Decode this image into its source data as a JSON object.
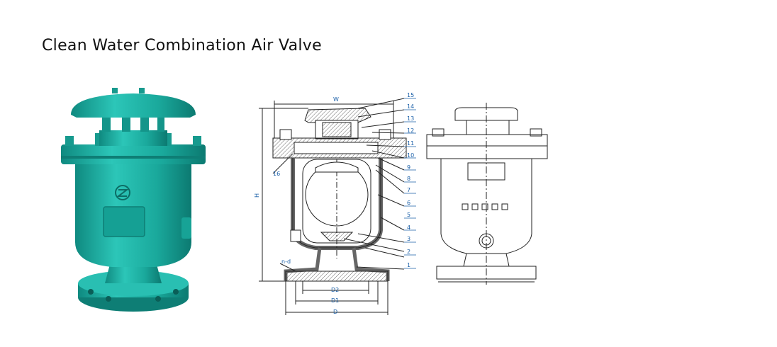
{
  "title": "Clean Water Combination Air Valve",
  "colors": {
    "valve_body": "#1fb5a8",
    "label_blue": "#1a5fa8",
    "line": "#222222"
  },
  "dimensions": {
    "w": "W",
    "h": "H",
    "nd": "n-d",
    "d2": "D2",
    "d1": "D1",
    "d": "D"
  },
  "parts": [
    "15",
    "14",
    "13",
    "12",
    "11",
    "10",
    "9",
    "8",
    "7",
    "6",
    "5",
    "4",
    "3",
    "2",
    "1"
  ],
  "part_left": "16"
}
